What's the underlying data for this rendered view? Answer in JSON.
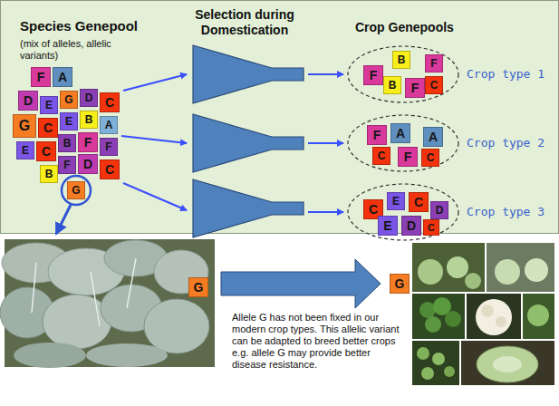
{
  "diagram": {
    "nodes": [
      {
        "text": [
          "F"
        ]
      },
      {
        "text": [
          "A"
        ]
      },
      {
        "text": [
          "D"
        ]
      },
      {
        "text": [
          "E"
        ]
      },
      {
        "text": [
          "G"
        ]
      },
      {
        "text": [
          "D"
        ]
      },
      {
        "text": [
          "C"
        ]
      },
      {
        "text": [
          "G"
        ]
      },
      {
        "text": [
          "C"
        ]
      },
      {
        "text": [
          "E"
        ]
      },
      {
        "text": [
          "B"
        ]
      },
      {
        "text": [
          "A"
        ]
      },
      {
        "text": [
          "E"
        ]
      },
      {
        "text": [
          "B"
        ]
      },
      {
        "text": [
          "F"
        ]
      },
      {
        "text": [
          "F"
        ]
      },
      {
        "text": [
          "C"
        ]
      },
      {
        "text": [
          "F"
        ]
      },
      {
        "text": [
          "D"
        ]
      },
      {
        "text": [
          "C"
        ]
      },
      {
        "text": [
          "B"
        ]
      },
      {
        "text": [
          "G"
        ]
      },
      {
        "text": [
          "Crop type 1"
        ]
      },
      {
        "text": [
          "B"
        ],
        "in": 22
      },
      {
        "text": [
          "F"
        ],
        "in": 22
      },
      {
        "text": [
          "F"
        ],
        "in": 22
      },
      {
        "text": [
          "B"
        ],
        "in": 22
      },
      {
        "text": [
          "F"
        ],
        "in": 22
      },
      {
        "text": [
          "C"
        ],
        "in": 22
      },
      {
        "text": [
          "Crop type 2"
        ]
      },
      {
        "text": [
          "F"
        ],
        "in": 29
      },
      {
        "text": [
          "A"
        ],
        "in": 29
      },
      {
        "text": [
          "A"
        ],
        "in": 29
      },
      {
        "text": [
          "C"
        ],
        "in": 29
      },
      {
        "text": [
          "F"
        ],
        "in": 29
      },
      {
        "text": [
          "C"
        ],
        "in": 29
      },
      {
        "text": [
          "Crop type 3"
        ]
      },
      {
        "text": [
          "C"
        ],
        "in": 36
      },
      {
        "text": [
          "E"
        ],
        "in": 36
      },
      {
        "text": [
          "C"
        ],
        "in": 36
      },
      {
        "text": [
          "D"
        ],
        "in": 36
      },
      {
        "text": [
          "E"
        ],
        "in": 36
      },
      {
        "text": [
          "D"
        ],
        "in": 36
      },
      {
        "text": [
          "C"
        ],
        "in": 36
      },
      {
        "text": [
          "G"
        ]
      },
      {
        "text": [
          "G"
        ]
      }
    ],
    "labels": [
      "Species Genepool",
      "(mix of alleles, allelic variants)",
      "Selection during Domestication",
      "Crop Genepools",
      "Allele G has not been fixed in our modern crop types. This allelic variant can be adapted to breed better crops e.g. allele G may provide better disease resistance."
    ]
  }
}
